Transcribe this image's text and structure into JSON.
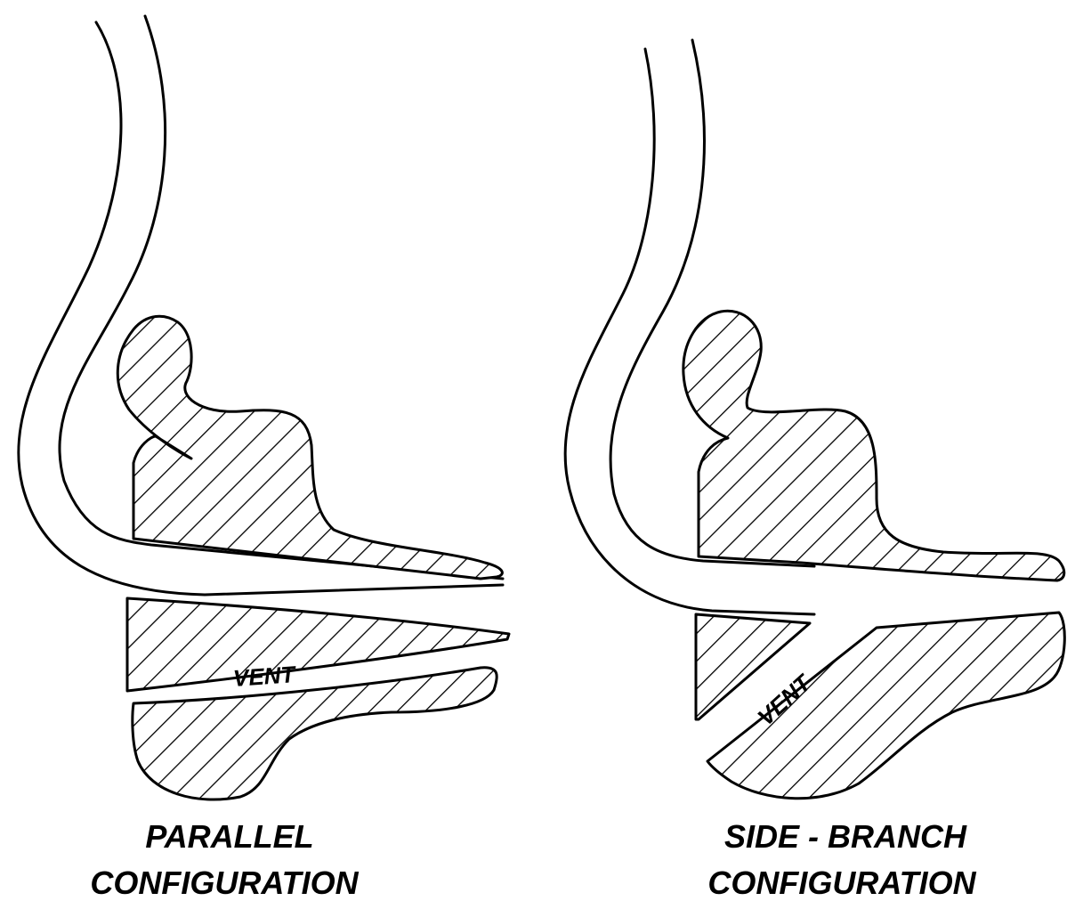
{
  "panels": [
    {
      "vent_label": "VENT",
      "caption_line1": "PARALLEL",
      "caption_line2": "CONFIGURATION"
    },
    {
      "vent_label": "VENT",
      "caption_line1": "SIDE - BRANCH",
      "caption_line2": "CONFIGURATION"
    }
  ]
}
